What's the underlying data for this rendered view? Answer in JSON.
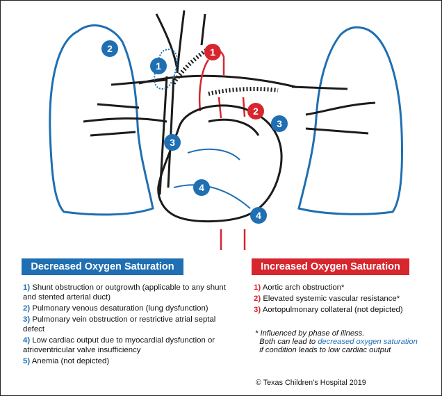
{
  "colors": {
    "blue": "#1f6fb2",
    "red": "#d7262e",
    "outline": "#1b1b1b"
  },
  "badges": [
    {
      "id": "b1",
      "text": "1",
      "color": "blue"
    },
    {
      "id": "b2",
      "text": "2",
      "color": "blue"
    },
    {
      "id": "b3l",
      "text": "3",
      "color": "blue"
    },
    {
      "id": "b3r",
      "text": "3",
      "color": "blue"
    },
    {
      "id": "b4a",
      "text": "4",
      "color": "blue"
    },
    {
      "id": "b4b",
      "text": "4",
      "color": "blue"
    },
    {
      "id": "r1",
      "text": "1",
      "color": "red"
    },
    {
      "id": "r2",
      "text": "2",
      "color": "red"
    }
  ],
  "decreased": {
    "title": "Decreased Oxygen Saturation",
    "items": [
      {
        "num": "1)",
        "text": "Shunt obstruction or outgrowth (applicable to any shunt and stented arterial duct)"
      },
      {
        "num": "2)",
        "text": "Pulmonary venous desaturation (lung dysfunction)"
      },
      {
        "num": "3)",
        "text": "Pulmonary vein obstruction or restrictive atrial septal defect"
      },
      {
        "num": "4)",
        "text": "Low cardiac output due to myocardial dysfunction or atrioventricular valve insufficiency"
      },
      {
        "num": "5)",
        "text": "Anemia (not depicted)"
      }
    ]
  },
  "increased": {
    "title": "Increased Oxygen Saturation",
    "items": [
      {
        "num": "1)",
        "text": "Aortic arch obstruction*"
      },
      {
        "num": "2)",
        "text": "Elevated systemic vascular resistance*"
      },
      {
        "num": "3)",
        "text": "Aortopulmonary collateral (not depicted)"
      }
    ]
  },
  "footnote": {
    "line1": "* Influenced by phase of illness.",
    "line2_prefix": "Both can lead to ",
    "line2_highlight": "decreased oxygen saturation",
    "line3": "if condition leads to low cardiac output"
  },
  "copyright": "© Texas Children’s Hospital 2019"
}
